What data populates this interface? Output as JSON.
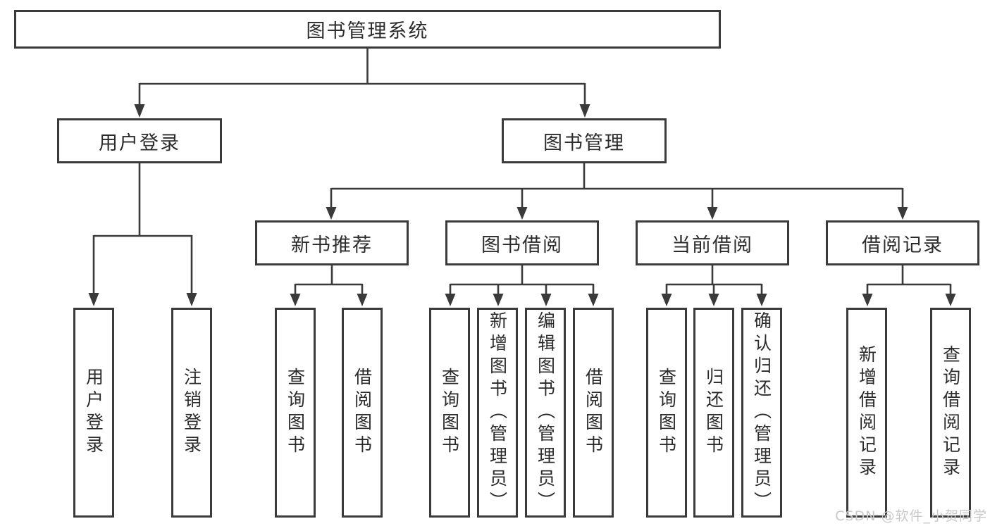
{
  "diagram": {
    "root": {
      "label": "图书管理系统"
    },
    "level1": [
      {
        "label": "用户登录"
      },
      {
        "label": "图书管理"
      }
    ],
    "level2": [
      {
        "label": "新书推荐"
      },
      {
        "label": "图书借阅"
      },
      {
        "label": "当前借阅"
      },
      {
        "label": "借阅记录"
      }
    ],
    "leaves": {
      "user_login": [
        {
          "label": "用户登录"
        },
        {
          "label": "注销登录"
        }
      ],
      "new_book": [
        {
          "label": "查询图书"
        },
        {
          "label": "借阅图书"
        }
      ],
      "book_borrow": [
        {
          "label": "查询图书"
        },
        {
          "label": "新增图书（管理员）"
        },
        {
          "label": "编辑图书（管理员）"
        },
        {
          "label": "借阅图书"
        }
      ],
      "current_borrow": [
        {
          "label": "查询图书"
        },
        {
          "label": "归还图书"
        },
        {
          "label": "确认归还（管理员）"
        }
      ],
      "borrow_record": [
        {
          "label": "新增借阅记录"
        },
        {
          "label": "查询借阅记录"
        }
      ]
    }
  },
  "watermark": {
    "text": "CSDN @软件_小贺同学"
  },
  "colors": {
    "line": "#3a3a3a",
    "text": "#2b2b2b",
    "background": "#ffffff",
    "watermark": "#c9c9c9"
  }
}
